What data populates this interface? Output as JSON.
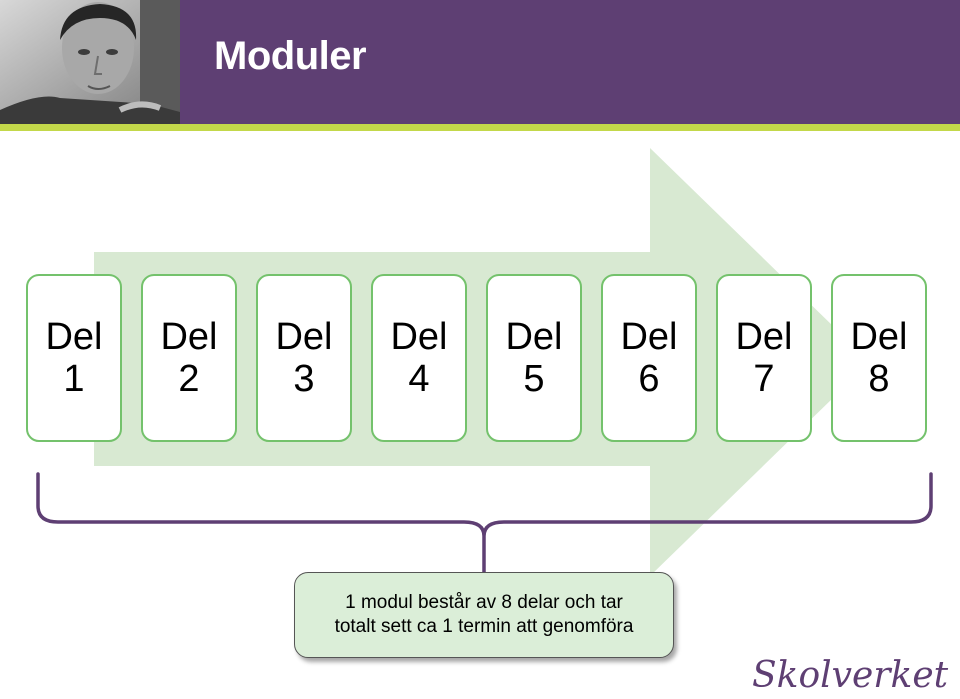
{
  "title": "Moduler",
  "parts": [
    {
      "word": "Del",
      "number": "1"
    },
    {
      "word": "Del",
      "number": "2"
    },
    {
      "word": "Del",
      "number": "3"
    },
    {
      "word": "Del",
      "number": "4"
    },
    {
      "word": "Del",
      "number": "5"
    },
    {
      "word": "Del",
      "number": "6"
    },
    {
      "word": "Del",
      "number": "7"
    },
    {
      "word": "Del",
      "number": "8"
    }
  ],
  "callout": {
    "line1": "1 modul består av 8 delar och tar",
    "line2": "totalt sett ca 1 termin att genomföra"
  },
  "logo": "Skolverket",
  "colors": {
    "header": "#5e3f73",
    "accent_stripe": "#c3d84a",
    "box_border": "#74c26c",
    "arrow": "#d8e9d2",
    "brace": "#5e3f73"
  }
}
